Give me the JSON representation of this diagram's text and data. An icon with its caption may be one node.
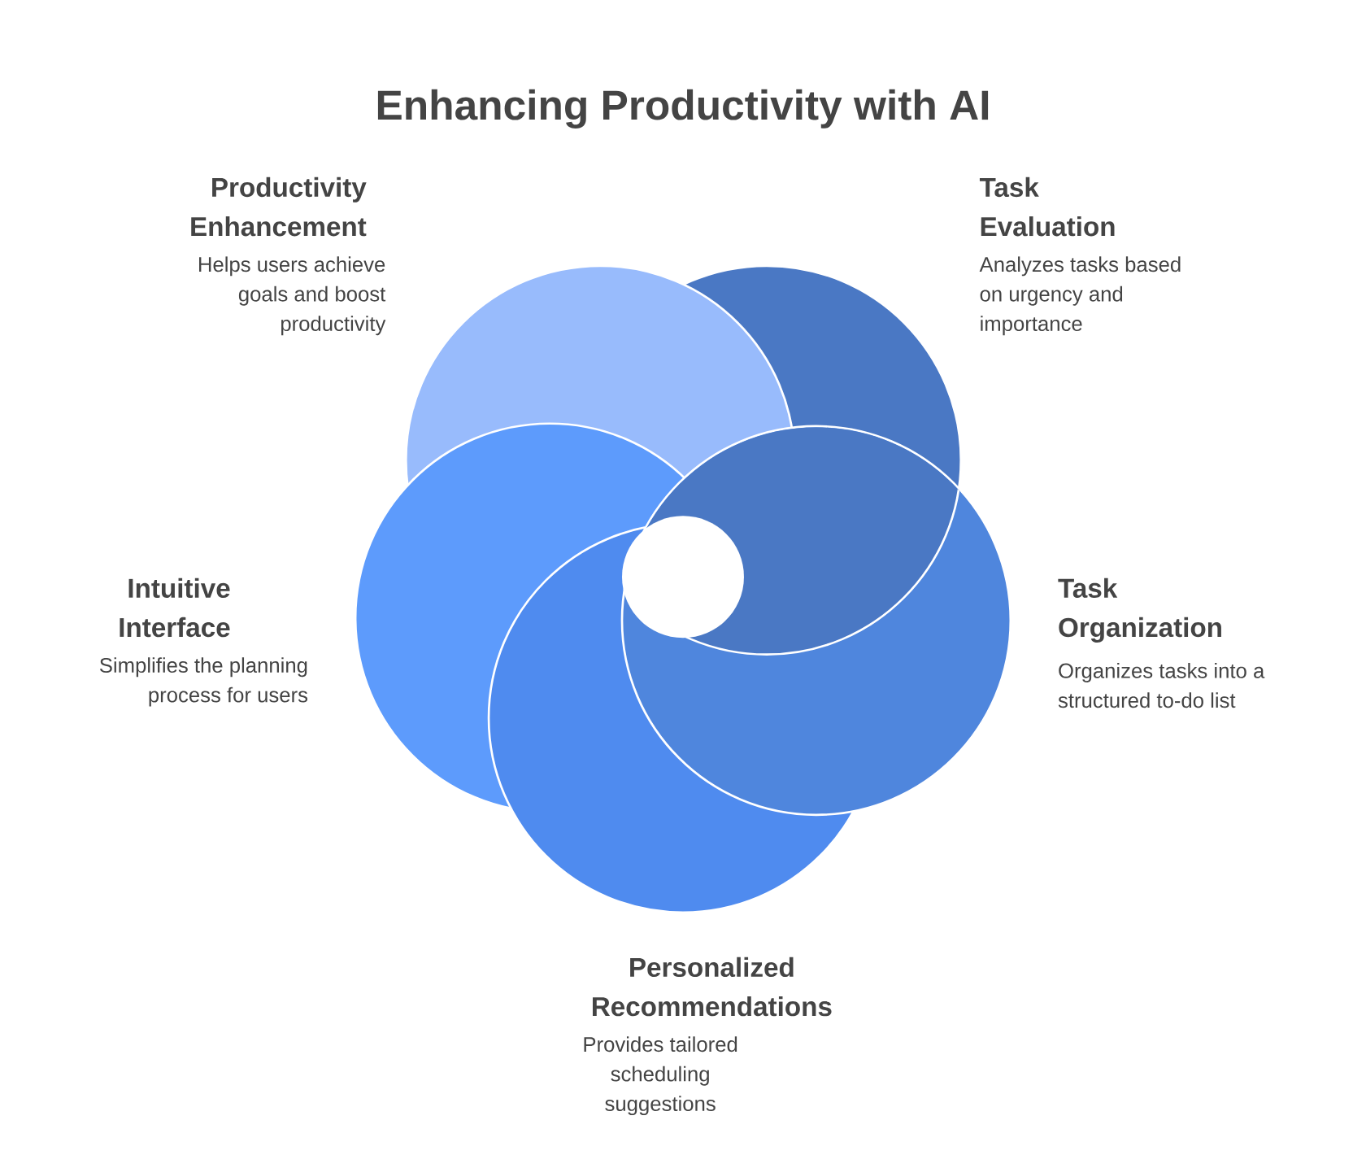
{
  "diagram": {
    "title": "Enhancing Productivity with AI",
    "nodes": [
      {
        "text": [
          "Productivity Enhancement",
          "Helps users achieve goals and boost productivity"
        ]
      },
      {
        "text": [
          "Task Evaluation",
          "Analyzes tasks based on urgency and importance"
        ]
      },
      {
        "text": [
          "Intuitive Interface",
          "Simplifies the planning process for users"
        ]
      },
      {
        "text": [
          "Task Organization",
          "Organizes tasks into a structured to-do list"
        ]
      },
      {
        "text": [
          "Personalized Recommendations",
          "Provides tailored scheduling suggestions"
        ]
      }
    ]
  }
}
